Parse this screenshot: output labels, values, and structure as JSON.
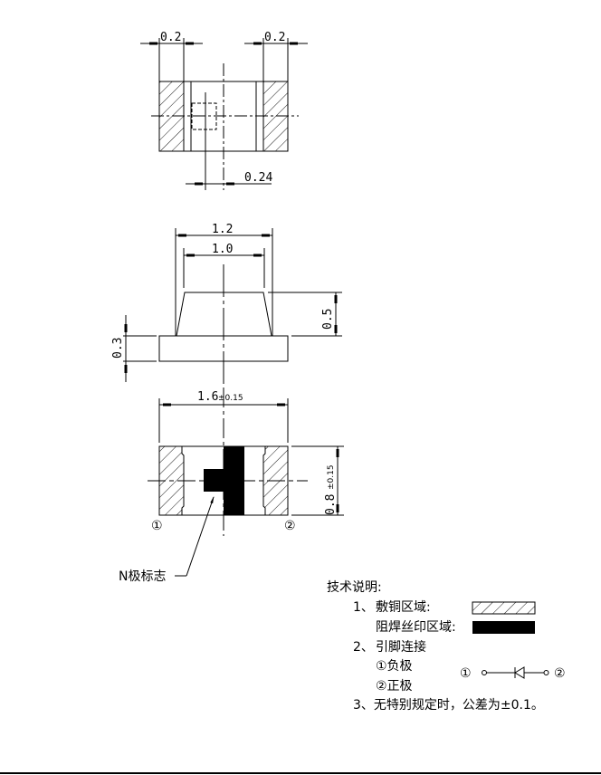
{
  "drawing": {
    "top_view": {
      "dims": {
        "pad_left_width": "0.2",
        "pad_right_width": "0.2",
        "die_offset": "0.24"
      }
    },
    "side_view": {
      "dims": {
        "lens_bottom_width": "1.2",
        "lens_top_width": "1.0",
        "lens_height": "0.5",
        "base_height": "0.3"
      }
    },
    "bottom_view": {
      "dims": {
        "length": "1.6",
        "length_tol": "±0.15",
        "width": "0.8",
        "width_tol": "±0.15"
      },
      "pin1_label": "①",
      "pin2_label": "②",
      "polarity_callout": "N极标志"
    }
  },
  "notes": {
    "title": "技术说明:",
    "item1_prefix": "1、",
    "item1_copper": "敷铜区域:",
    "item1_soldermask": "阻焊丝印区域:",
    "item2_prefix": "2、",
    "item2_title": "引脚连接",
    "item2_pin1": "①负极",
    "item2_pin2": "②正极",
    "item3": "3、无特别规定时，公差为±0.1。",
    "schematic": {
      "pin1": "①",
      "pin2": "②"
    }
  },
  "legend": {
    "copper_pattern": "hatch",
    "soldermask_color": "#000000"
  }
}
